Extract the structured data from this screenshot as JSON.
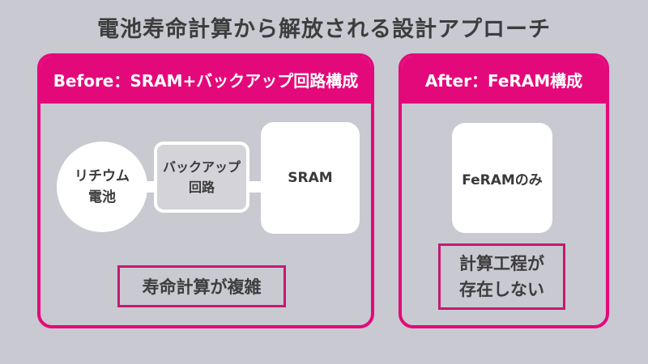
{
  "title": "電池寿命計算から解放される設計アプローチ",
  "before": {
    "header": "Before：SRAM+バックアップ回路構成",
    "battery": "リチウム\n電池",
    "backup": "バックアップ\n回路",
    "sram": "SRAM",
    "note": "寿命計算が複雑"
  },
  "after": {
    "header": "After：FeRAM構成",
    "feram": "FeRAMのみ",
    "note": "計算工程が\n存在しない"
  },
  "colors": {
    "accent": "#e4097b",
    "background": "#c8c9d1"
  }
}
